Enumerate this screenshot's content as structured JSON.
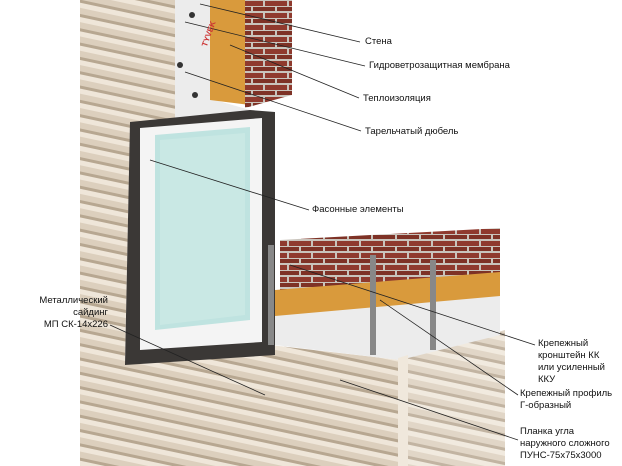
{
  "labels": {
    "wall": "Стена",
    "membrane": "Гидроветрозащитная мембрана",
    "insulation": "Теплоизоляция",
    "dowel": "Тарельчатый дюбель",
    "trim": "Фасонные элементы",
    "siding": [
      "Металлический",
      "сайдинг",
      "МП СК-14х226"
    ],
    "bracket": [
      "Крепежный",
      "кронштейн КК",
      "или усиленный",
      "ККУ"
    ],
    "profile": [
      "Крепежный профиль",
      "Г-образный"
    ],
    "corner": [
      "Планка угла",
      "наружного сложного",
      "ПУНС-75х75х3000"
    ]
  },
  "membrane_brand": "TYVEK",
  "colors": {
    "brick": "#8f3a2e",
    "insulation": "#d99a3c",
    "siding": "#d9cbb8",
    "membrane": "#eeeeee",
    "glass": "#bfe3e0"
  }
}
